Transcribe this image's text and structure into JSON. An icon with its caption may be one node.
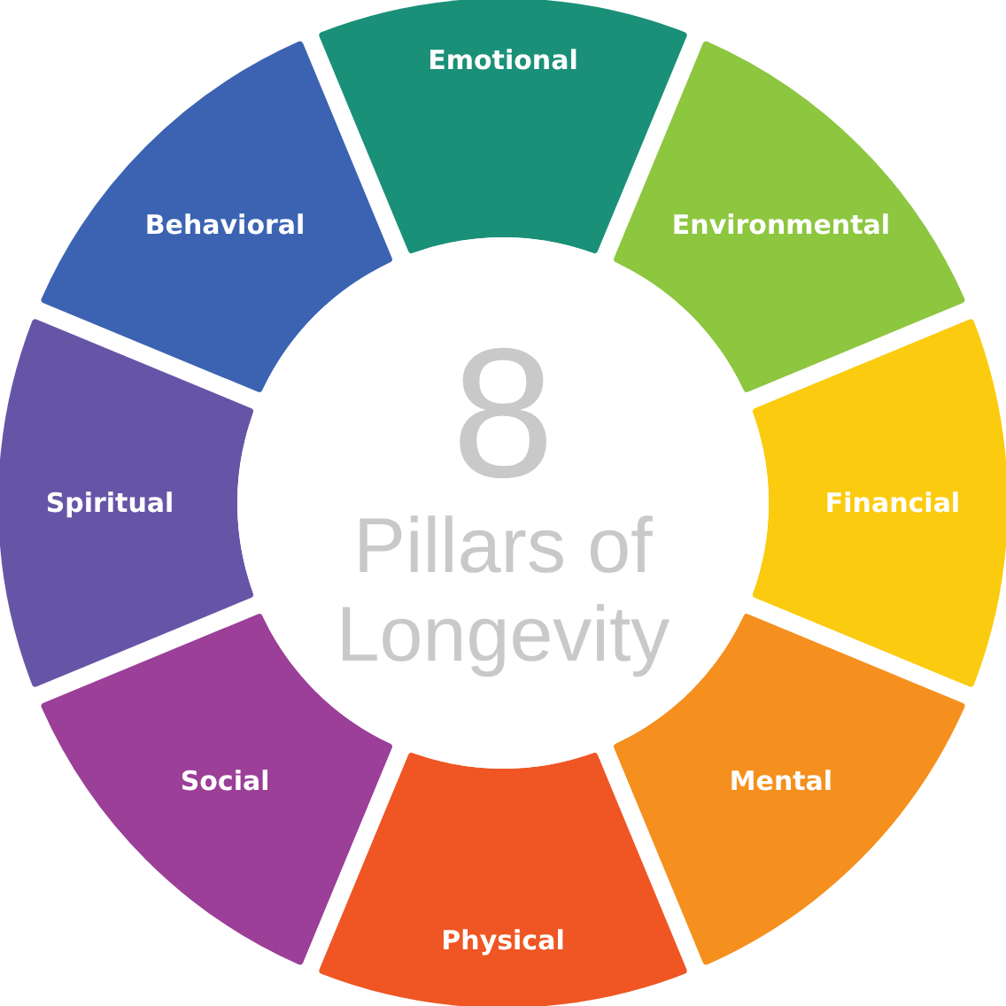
{
  "diagram": {
    "nodes": [
      {
        "text": [
          "Emotional"
        ]
      },
      {
        "text": [
          "Environmental"
        ]
      },
      {
        "text": [
          "Financial"
        ]
      },
      {
        "text": [
          "Mental"
        ]
      },
      {
        "text": [
          "Physical"
        ]
      },
      {
        "text": [
          "Social"
        ]
      },
      {
        "text": [
          "Spiritual"
        ]
      },
      {
        "text": [
          "Behavioral"
        ]
      },
      {
        "text": [
          "8",
          "Pillars of Longevity"
        ]
      }
    ]
  }
}
